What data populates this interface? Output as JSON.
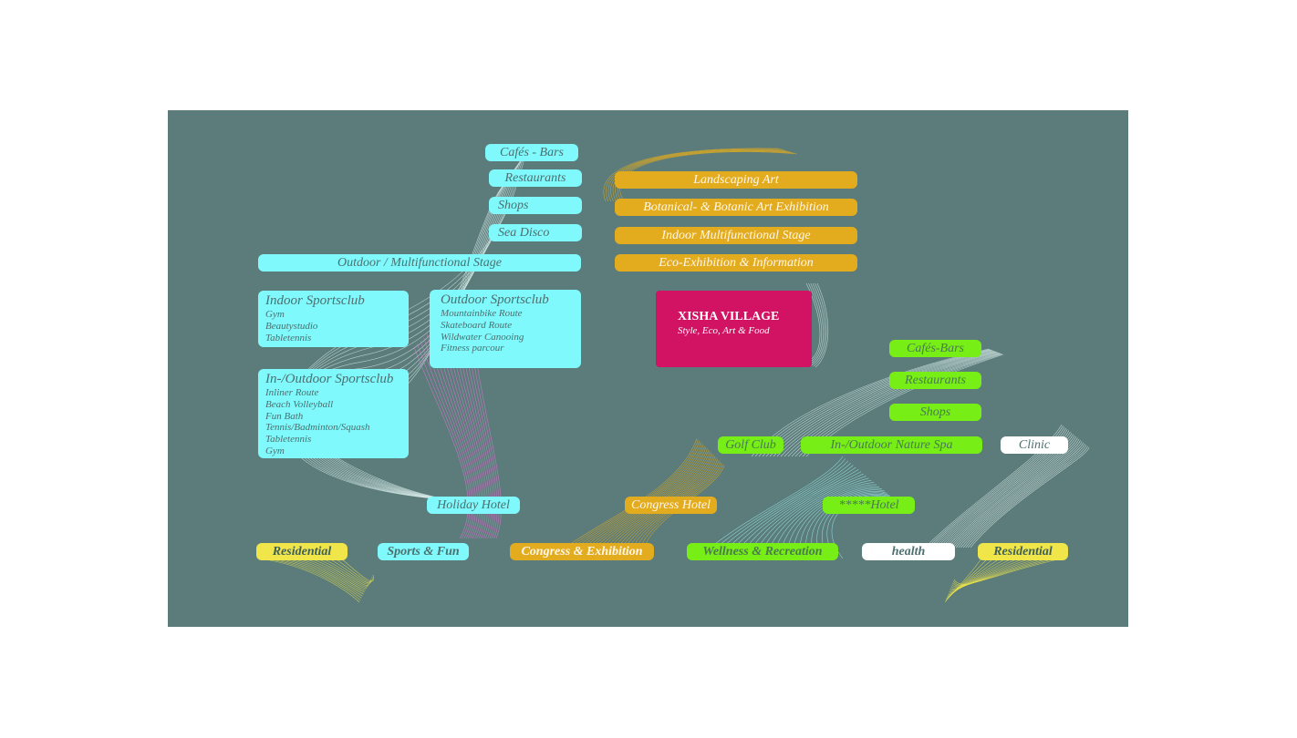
{
  "colors": {
    "panel_bg": "#5b7c7b",
    "cyan": "#7ff9fb",
    "orange": "#e3ab1e",
    "green": "#77ee16",
    "magenta": "#d21262",
    "yellow": "#f0e64a",
    "white": "#ffffff"
  },
  "center": {
    "title": "XISHA VILLAGE",
    "subtitle": "Style, Eco, Art & Food"
  },
  "left_column": {
    "cafes_bars": "Cafés - Bars",
    "restaurants": "Restaurants",
    "shops": "Shops",
    "sea_disco": "Sea Disco",
    "outdoor_stage": "Outdoor / Multifunctional Stage"
  },
  "sportsclubs": {
    "indoor": {
      "title": "Indoor Sportsclub",
      "items": [
        "Gym",
        "Beautystudio",
        "Tabletennis"
      ]
    },
    "outdoor": {
      "title": "Outdoor Sportsclub",
      "items": [
        "Mountainbike Route",
        "Skateboard Route",
        "Wildwater Canooing",
        "Fitness parcour"
      ]
    },
    "inout": {
      "title": "In-/Outdoor Sportsclub",
      "items": [
        "Inliner Route",
        "Beach Volleyball",
        "Fun Bath",
        "Tennis/Badminton/Squash",
        "Tabletennis",
        "Gym"
      ]
    }
  },
  "art_column": {
    "landscaping": "Landscaping Art",
    "botanical": "Botanical- & Botanic Art Exhibition",
    "indoor_stage": "Indoor Multifunctional Stage",
    "eco_exhibition": "Eco-Exhibition & Information"
  },
  "right_column": {
    "cafes_bars": "Cafés-Bars",
    "restaurants": "Restaurants",
    "shops": "Shops",
    "golf_club": "Golf Club",
    "nature_spa": "In-/Outdoor Nature Spa",
    "clinic": "Clinic",
    "hotel5": "*****Hotel"
  },
  "hotels": {
    "holiday": "Holiday Hotel",
    "congress": "Congress Hotel"
  },
  "bottom_row": {
    "residential_left": "Residential",
    "sports_fun": "Sports & Fun",
    "congress_exhibition": "Congress & Exhibition",
    "wellness": "Wellness & Recreation",
    "health": "health",
    "residential_right": "Residential"
  }
}
